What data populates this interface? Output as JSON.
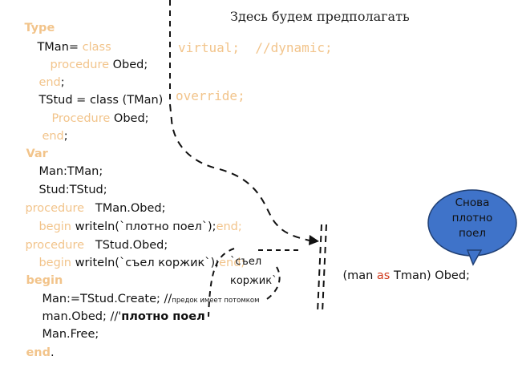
{
  "colors": {
    "keyword": "#f2c48b",
    "text": "#111111",
    "bubble_fill": "#3f73c9",
    "bubble_stroke": "#203f73"
  },
  "code": {
    "l1_kw": "Type",
    "l2_a": "TMan= ",
    "l2_kw": "class",
    "l3_kw": "procedure",
    "l3_b": " Obed;",
    "l4_kw": "end",
    "l4_b": ";",
    "l5_a": "TStud = class (TMan)",
    "l6_kw": "Procedure",
    "l6_b": " Obed;",
    "l7_kw": "end",
    "l7_b": ";",
    "l8_kw": "Var",
    "l9": "Man:TMan;",
    "l10": "Stud:TStud;",
    "l11_kw": "procedure",
    "l11_b": "   TMan.Obed;",
    "l12_kw": "begin",
    "l12_b": " writeln(`плотно поел`);",
    "l12_kw2": "end;",
    "l13_kw": "procedure",
    "l13_b": "   TStud.Obed;",
    "l14_kw": "begin",
    "l14_b": " writeln(`съел коржик`);",
    "l14_kw2": "end;",
    "l15_kw": "begin",
    "l16_a": "Man:=TStud.Create; //",
    "l16_small": "предок имеет потомком",
    "l17_a": "man.Obed; //'",
    "l17_b": "плотно поел",
    "l18": "Man.Free;",
    "l19_kw": "end",
    "l19_b": "."
  },
  "annotations": {
    "header": "Здесь будем предполагать",
    "virtual": "virtual;  //dynamic;",
    "override": "override;",
    "eaten_1": "`съел",
    "eaten_2": "коржик`",
    "cast_a": "(man ",
    "cast_kw": "as",
    "cast_b": " Tman) Obed;"
  },
  "bubble": {
    "line1": "Снова",
    "line2": "плотно",
    "line3": "поел"
  }
}
